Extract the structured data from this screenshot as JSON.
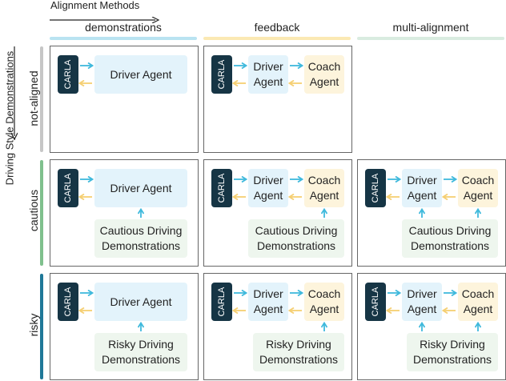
{
  "axes": {
    "x_title": "Alignment Methods",
    "y_title": "Driving Style Demonstrations"
  },
  "columns": [
    {
      "label": "demonstrations",
      "color": "#b9e3f1"
    },
    {
      "label": "feedback",
      "color": "#fbe9b3"
    },
    {
      "label": "multi-alignment",
      "color": "#d9ece0"
    }
  ],
  "rows": [
    {
      "label": "not-aligned",
      "color": "#c6c6c6"
    },
    {
      "label": "cautious",
      "color": "#7fc08d"
    },
    {
      "label": "risky",
      "color": "#1f7898"
    }
  ],
  "nodes": {
    "carla": "CARLA",
    "driver_wide": "Driver Agent",
    "driver_narrow": "Driver\nAgent",
    "coach": "Coach\nAgent",
    "cautious_demo": "Cautious Driving\nDemonstrations",
    "risky_demo": "Risky Driving\nDemonstrations"
  },
  "colors": {
    "carla": "#163545",
    "driver": "#e3f3fb",
    "coach": "#fdf4dc",
    "demo": "#eef6ee",
    "arrow_forward": "#3fb9dc",
    "arrow_back": "#f5cf72"
  }
}
